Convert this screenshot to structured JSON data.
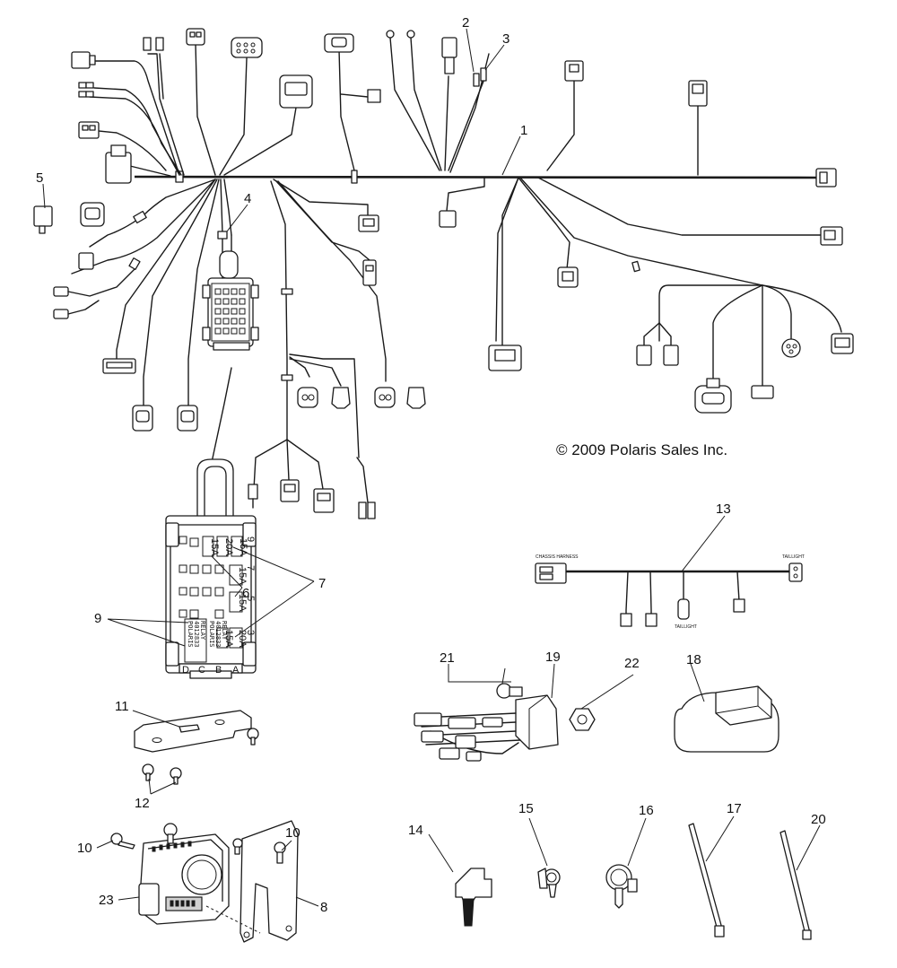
{
  "copyright": "© 2009 Polaris Sales Inc.",
  "callouts": [
    "1",
    "2",
    "3",
    "4",
    "5",
    "6",
    "7",
    "8",
    "9",
    "10",
    "10",
    "11",
    "12",
    "13",
    "14",
    "15",
    "16",
    "17",
    "18",
    "19",
    "20",
    "21",
    "22",
    "23"
  ],
  "fuse_labels": {
    "top_row": [
      "15A",
      "20A",
      "15A"
    ],
    "mid_1": "15A",
    "mid_2": "15A",
    "low_1": "20A",
    "low_2": "15A",
    "side_numbers": [
      "9",
      "7",
      "5",
      "3"
    ],
    "bottom_letters": [
      "D",
      "C",
      "B",
      "A"
    ]
  },
  "relay_labels": {
    "relay_1_line1": "POLARIS",
    "relay_1_line2": "4012833",
    "relay_1_line3": "RELAY",
    "relay_2_line1": "POLARIS",
    "relay_2_line2": "4012833",
    "relay_2_line3": "RELAY"
  },
  "harness_tags": {
    "left_tag": "CHASSIS HARNESS",
    "right_tag": "TAILLIGHT",
    "mid_tag": "TAILLIGHT"
  }
}
